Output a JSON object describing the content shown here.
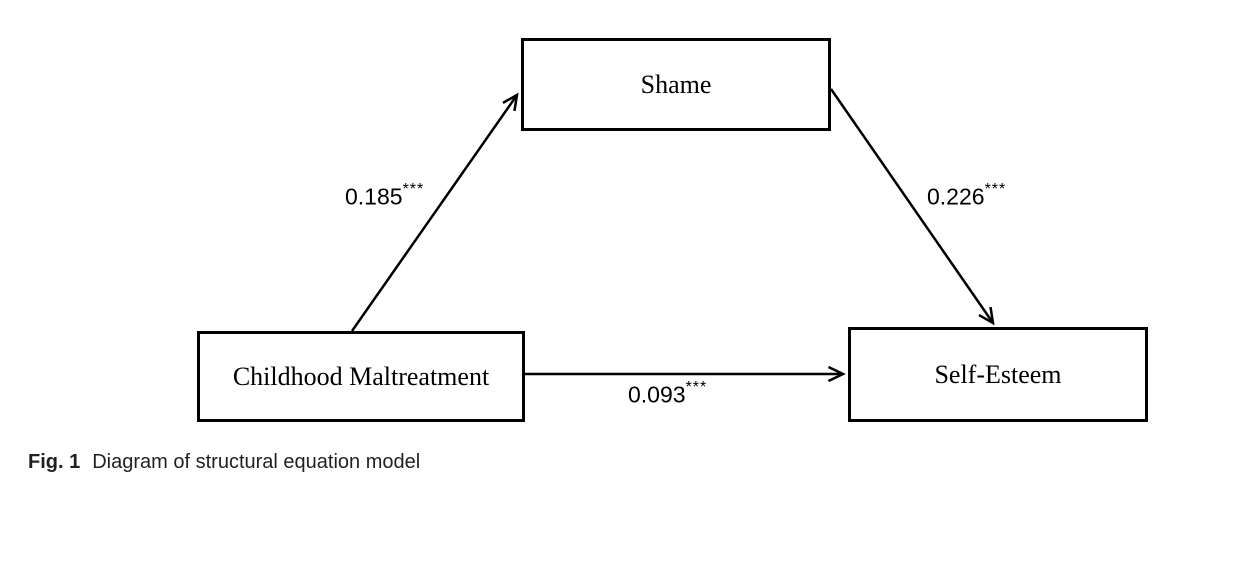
{
  "figure": {
    "caption": {
      "label": "Fig. 1",
      "text": "Diagram of structural equation model"
    }
  },
  "diagram": {
    "type": "structural_equation_model",
    "nodes": [
      {
        "id": "shame",
        "label": "Shame"
      },
      {
        "id": "childhood_maltreatment",
        "label": "Childhood Maltreatment"
      },
      {
        "id": "self_esteem",
        "label": "Self-Esteem"
      }
    ],
    "paths": [
      {
        "from": "childhood_maltreatment",
        "to": "shame",
        "coefficient": "0.185",
        "significance": "***"
      },
      {
        "from": "shame",
        "to": "self_esteem",
        "coefficient": "0.226",
        "significance": "***"
      },
      {
        "from": "childhood_maltreatment",
        "to": "self_esteem",
        "coefficient": "0.093",
        "significance": "***"
      }
    ],
    "colors": {
      "line": "#000000",
      "text": "#000000",
      "background": "#ffffff"
    }
  }
}
